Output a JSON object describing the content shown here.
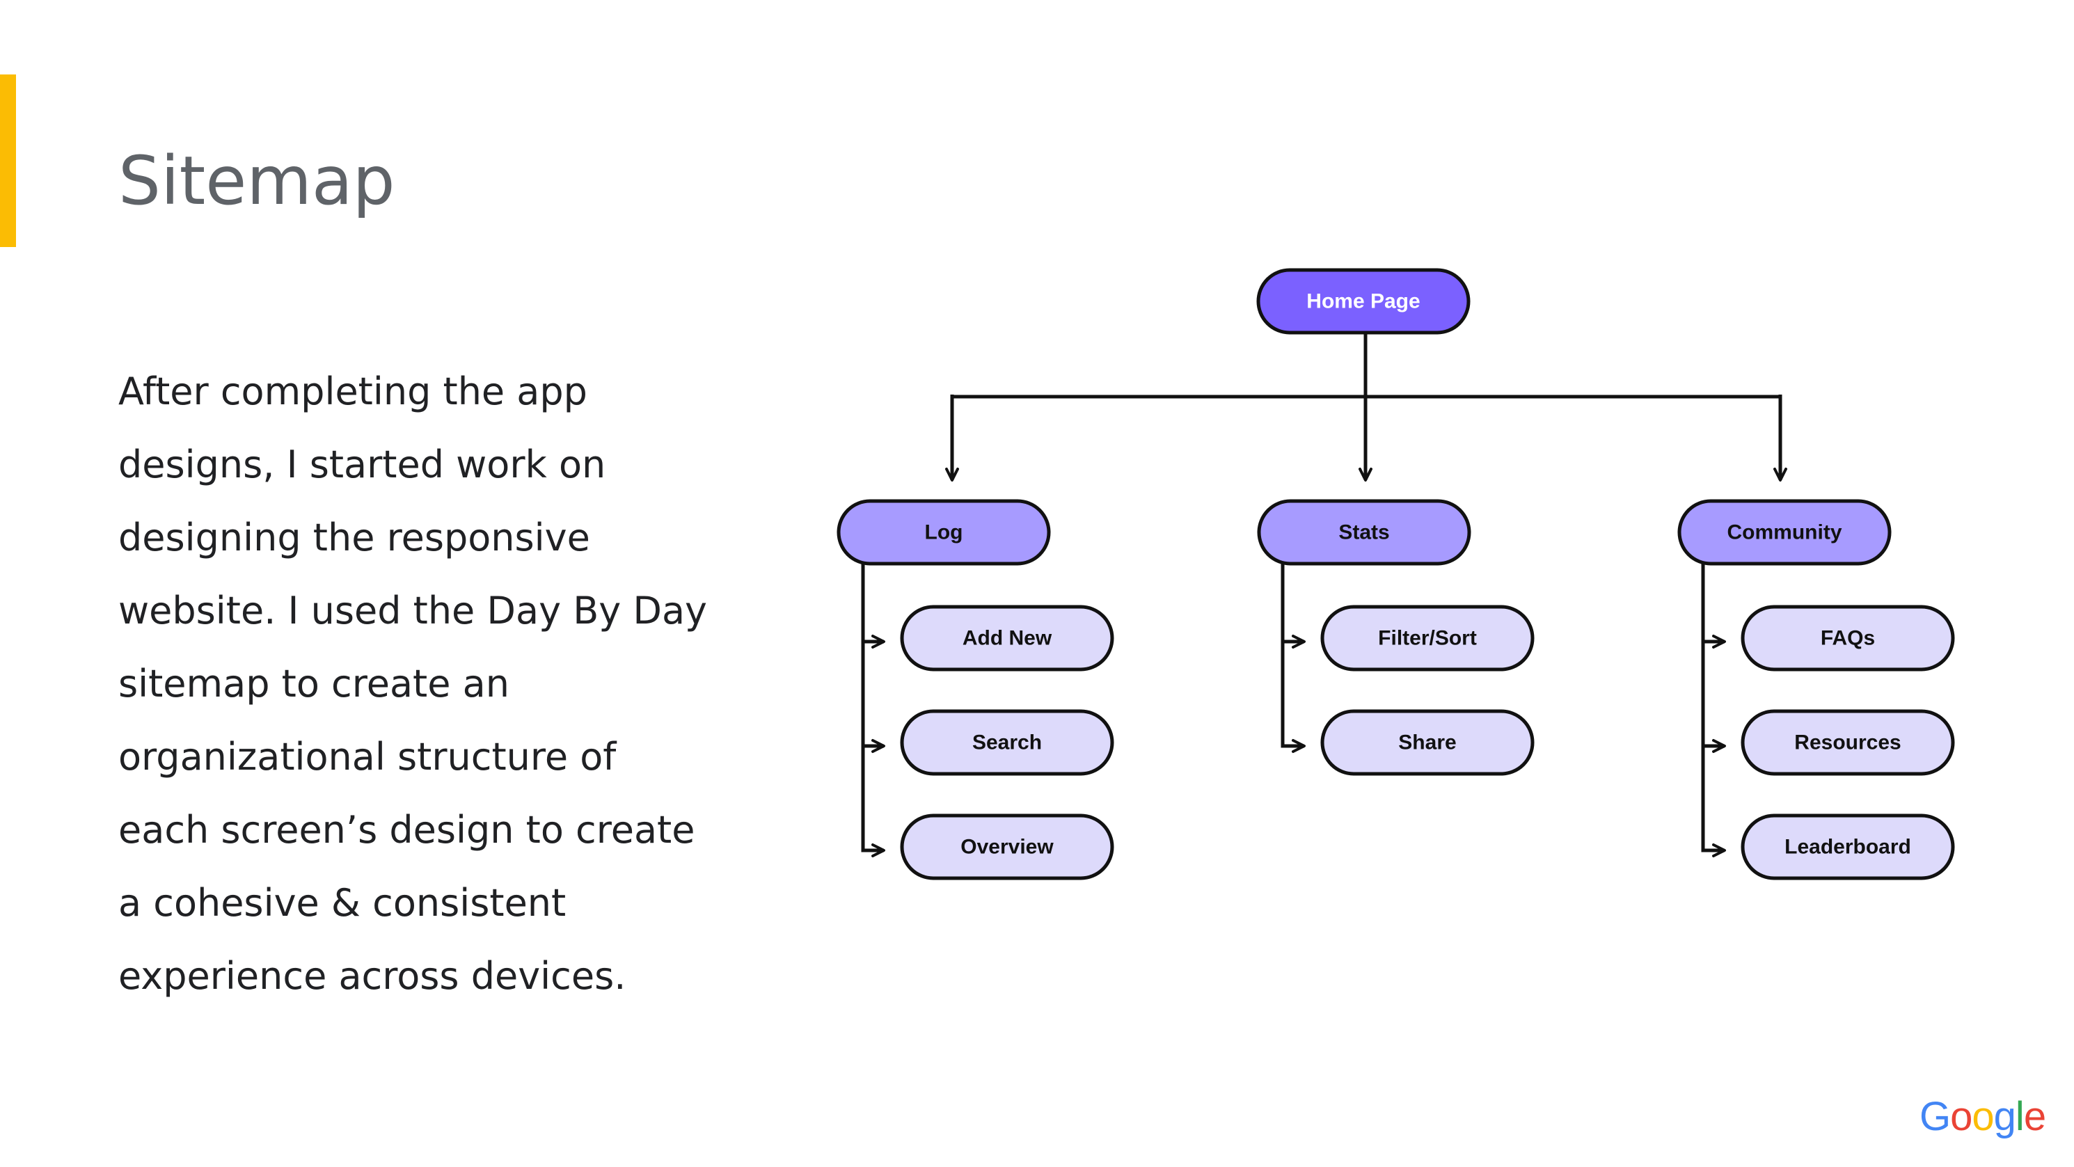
{
  "slide": {
    "title": "Sitemap",
    "body_lines": [
      "After completing the app",
      "designs,  I started work on",
      "designing the responsive",
      "website. I used the Day By Day",
      "sitemap to create an",
      "organizational structure of",
      "each screen’s design to create",
      "a cohesive & consistent",
      "experience across devices."
    ],
    "accent_color": "#FBBC04"
  },
  "sitemap": {
    "root": "Home Page",
    "sections": [
      {
        "label": "Log",
        "children": [
          "Add New",
          "Search",
          "Overview"
        ]
      },
      {
        "label": "Stats",
        "children": [
          "Filter/Sort",
          "Share"
        ]
      },
      {
        "label": "Community",
        "children": [
          "FAQs",
          "Resources",
          "Leaderboard"
        ]
      }
    ],
    "colors": {
      "root_fill": "#7B61FF",
      "root_text": "#FFFFFF",
      "section_fill": "#A79BFF",
      "child_fill": "#DDDAFB",
      "stroke": "#111111",
      "text": "#111111"
    }
  },
  "branding": {
    "logo_text": "Google",
    "logo_letters": [
      "G",
      "o",
      "o",
      "g",
      "l",
      "e"
    ],
    "logo_colors": [
      "#4285F4",
      "#EA4335",
      "#FBBC05",
      "#4285F4",
      "#34A853",
      "#EA4335"
    ]
  }
}
